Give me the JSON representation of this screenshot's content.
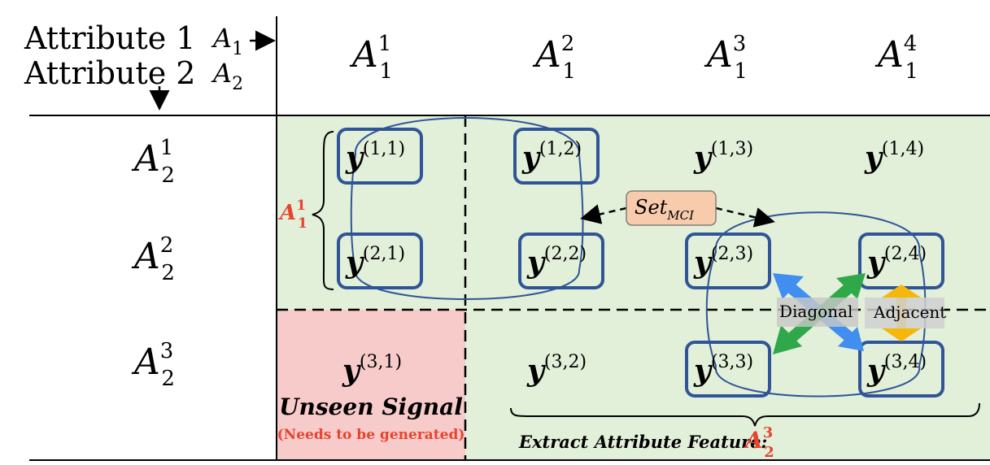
{
  "header": {
    "attr1_label": "Attribute 1",
    "attr1_symbol": {
      "base": "A",
      "sub": "1"
    },
    "attr2_label": "Attribute 2",
    "attr2_symbol": {
      "base": "A",
      "sub": "2"
    }
  },
  "columns": [
    {
      "base": "A",
      "sup": "1",
      "sub": "1"
    },
    {
      "base": "A",
      "sup": "2",
      "sub": "1"
    },
    {
      "base": "A",
      "sup": "3",
      "sub": "1"
    },
    {
      "base": "A",
      "sup": "4",
      "sub": "1"
    }
  ],
  "rows": [
    {
      "base": "A",
      "sup": "1",
      "sub": "2"
    },
    {
      "base": "A",
      "sup": "2",
      "sub": "2"
    },
    {
      "base": "A",
      "sup": "3",
      "sub": "2"
    }
  ],
  "cells": [
    {
      "id": "y-1-1",
      "base": "y",
      "sup": "(1,1)",
      "boxed": true
    },
    {
      "id": "y-1-2",
      "base": "y",
      "sup": "(1,2)",
      "boxed": true
    },
    {
      "id": "y-1-3",
      "base": "y",
      "sup": "(1,3)",
      "boxed": false
    },
    {
      "id": "y-1-4",
      "base": "y",
      "sup": "(1,4)",
      "boxed": false
    },
    {
      "id": "y-2-1",
      "base": "y",
      "sup": "(2,1)",
      "boxed": true
    },
    {
      "id": "y-2-2",
      "base": "y",
      "sup": "(2,2)",
      "boxed": true
    },
    {
      "id": "y-2-3",
      "base": "y",
      "sup": "(2,3)",
      "boxed": true
    },
    {
      "id": "y-2-4",
      "base": "y",
      "sup": "(2,4)",
      "boxed": true
    },
    {
      "id": "y-3-1",
      "base": "y",
      "sup": "(3,1)",
      "boxed": false
    },
    {
      "id": "y-3-2",
      "base": "y",
      "sup": "(3,2)",
      "boxed": false
    },
    {
      "id": "y-3-3",
      "base": "y",
      "sup": "(3,3)",
      "boxed": true
    },
    {
      "id": "y-3-4",
      "base": "y",
      "sup": "(3,4)",
      "boxed": true
    }
  ],
  "brace_label": {
    "base": "A",
    "sup": "1",
    "sub": "1"
  },
  "set_mci": {
    "base": "Set",
    "sub": "MCI"
  },
  "diagonal_label": "Diagonal",
  "adjacent_label": "Adjacent",
  "unseen": {
    "title": "Unseen Signal",
    "subtitle": "(Needs to be generated)"
  },
  "extract": {
    "text": "Extract Attribute Feature: ",
    "symbol": {
      "base": "A",
      "sup": "3",
      "sub": "2"
    }
  },
  "colors": {
    "green_fill": "#e2efd9",
    "red_fill": "#f8cbcb",
    "box_stroke": "#2f5597",
    "accent_red": "#e8432c",
    "set_fill": "#f8cbad",
    "diag_blue": "#3f8ef0",
    "diag_green": "#2fa84a",
    "adj_yellow": "#f5b70a"
  }
}
